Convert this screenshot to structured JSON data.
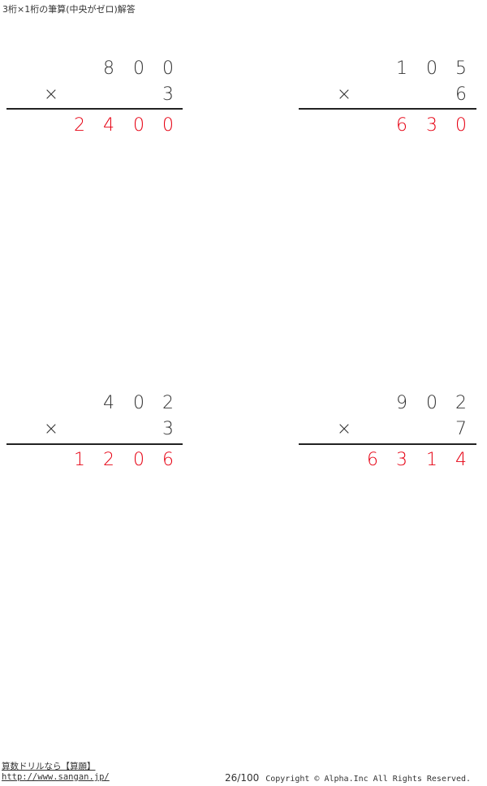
{
  "title": "3桁×1桁の筆算(中央がゼロ)解答",
  "problems": [
    {
      "top": [
        "8",
        "0",
        "0"
      ],
      "op": "×",
      "mult": "3",
      "answer": [
        "2",
        "4",
        "0",
        "0"
      ]
    },
    {
      "top": [
        "1",
        "0",
        "5"
      ],
      "op": "×",
      "mult": "6",
      "answer": [
        "",
        "6",
        "3",
        "0"
      ]
    },
    {
      "top": [
        "4",
        "0",
        "2"
      ],
      "op": "×",
      "mult": "3",
      "answer": [
        "1",
        "2",
        "0",
        "6"
      ]
    },
    {
      "top": [
        "9",
        "0",
        "2"
      ],
      "op": "×",
      "mult": "7",
      "answer": [
        "6",
        "3",
        "1",
        "4"
      ]
    }
  ],
  "footer": {
    "site_name": "算数ドリルなら【算願】",
    "site_url": "http://www.sangan.jp/",
    "page": "26/100",
    "copyright": "Copyright © Alpha.Inc All Rights Reserved."
  },
  "colors": {
    "answer": "#e60012",
    "text": "#333333"
  }
}
